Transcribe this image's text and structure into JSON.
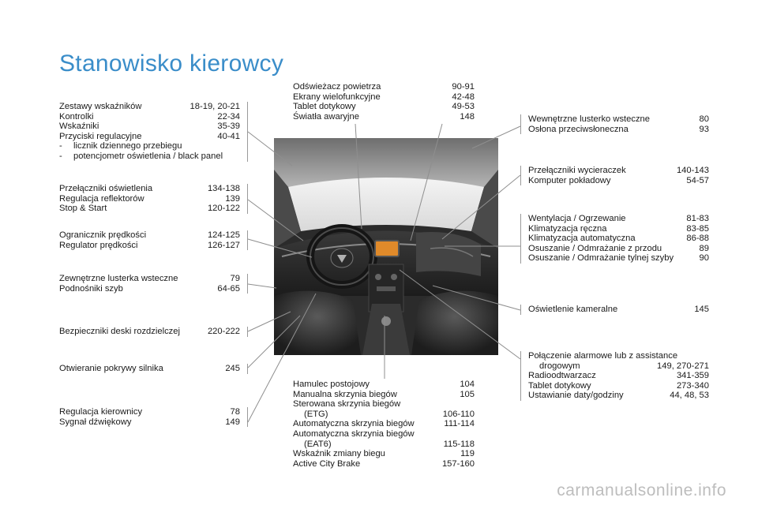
{
  "title": "Stanowisko kierowcy",
  "groups": {
    "left1": {
      "items": [
        {
          "label": "Zestawy wskaźników",
          "pages": "18-19, 20-21"
        },
        {
          "label": "Kontrolki",
          "pages": "22-34"
        },
        {
          "label": "Wskaźniki",
          "pages": "35-39"
        },
        {
          "label": "Przyciski regulacyjne",
          "pages": "40-41"
        }
      ],
      "sub": [
        {
          "dash": "-",
          "text": "licznik dziennego przebiegu"
        },
        {
          "dash": "-",
          "text": "potencjometr oświetlenia / black panel"
        }
      ]
    },
    "left2": {
      "items": [
        {
          "label": "Przełączniki oświetlenia",
          "pages": "134-138"
        },
        {
          "label": "Regulacja reflektorów",
          "pages": "139"
        },
        {
          "label": "Stop & Start",
          "pages": "120-122"
        }
      ]
    },
    "left3": {
      "items": [
        {
          "label": "Ogranicznik prędkości",
          "pages": "124-125"
        },
        {
          "label": "Regulator prędkości",
          "pages": "126-127"
        }
      ]
    },
    "left4": {
      "items": [
        {
          "label": "Zewnętrzne lusterka wsteczne",
          "pages": "79"
        },
        {
          "label": "Podnośniki szyb",
          "pages": "64-65"
        }
      ]
    },
    "left5": {
      "items": [
        {
          "label": "Bezpieczniki deski rozdzielczej",
          "pages": "220-222"
        }
      ]
    },
    "left6": {
      "items": [
        {
          "label": "Otwieranie pokrywy silnika",
          "pages": "245"
        }
      ]
    },
    "left7": {
      "items": [
        {
          "label": "Regulacja kierownicy",
          "pages": "78"
        },
        {
          "label": "Sygnał dźwiękowy",
          "pages": "149"
        }
      ]
    },
    "top": {
      "items": [
        {
          "label": "Odświeżacz powietrza",
          "pages": "90-91"
        },
        {
          "label": "Ekrany wielofunkcyjne",
          "pages": "42-48"
        },
        {
          "label": "Tablet dotykowy",
          "pages": "49-53"
        },
        {
          "label": "Światła awaryjne",
          "pages": "148"
        }
      ]
    },
    "bottom": {
      "items": [
        {
          "label": "Hamulec postojowy",
          "pages": "104"
        },
        {
          "label": "Manualna skrzynia biegów",
          "pages": "105"
        },
        {
          "label": "Sterowana skrzynia biegów",
          "pages": ""
        },
        {
          "label": "(ETG)",
          "pages": "106-110",
          "indent": true
        },
        {
          "label": "Automatyczna skrzynia biegów",
          "pages": "111-114"
        },
        {
          "label": "Automatyczna skrzynia biegów",
          "pages": ""
        },
        {
          "label": "(EAT6)",
          "pages": "115-118",
          "indent": true
        },
        {
          "label": "Wskaźnik zmiany biegu",
          "pages": "119"
        },
        {
          "label": "Active City Brake",
          "pages": "157-160"
        }
      ]
    },
    "right1": {
      "items": [
        {
          "label": "Wewnętrzne lusterko wsteczne",
          "pages": "80"
        },
        {
          "label": "Osłona przeciwsłoneczna",
          "pages": "93"
        }
      ]
    },
    "right2": {
      "items": [
        {
          "label": "Przełączniki wycieraczek",
          "pages": "140-143"
        },
        {
          "label": "Komputer pokładowy",
          "pages": "54-57"
        }
      ]
    },
    "right3": {
      "items": [
        {
          "label": "Wentylacja / Ogrzewanie",
          "pages": "81-83"
        },
        {
          "label": "Klimatyzacja ręczna",
          "pages": "83-85"
        },
        {
          "label": "Klimatyzacja automatyczna",
          "pages": "86-88"
        },
        {
          "label": "Osuszanie / Odmrażanie z przodu",
          "pages": "89"
        },
        {
          "label": "Osuszanie / Odmrażanie tylnej szyby",
          "pages": "90"
        }
      ]
    },
    "right4": {
      "items": [
        {
          "label": "Oświetlenie kameralne",
          "pages": "145"
        }
      ]
    },
    "right5": {
      "items": [
        {
          "label": "Połączenie alarmowe lub z assistance",
          "pages": ""
        },
        {
          "label": "drogowym",
          "pages": "149, 270-271",
          "indent": true
        },
        {
          "label": "Radioodtwarzacz",
          "pages": "341-359"
        },
        {
          "label": "Tablet dotykowy",
          "pages": "273-340"
        },
        {
          "label": "Ustawianie daty/godziny",
          "pages": "44, 48, 53"
        }
      ]
    }
  },
  "watermark": "carmanualsonline.info"
}
